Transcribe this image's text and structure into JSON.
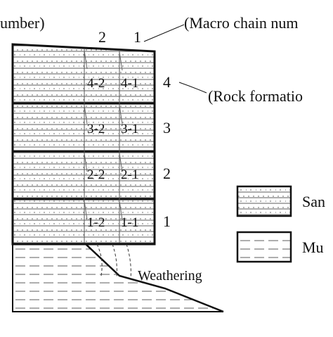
{
  "labels": {
    "top_left_fragment": "umber)",
    "macro_chain_annotation": "(Macro chain num",
    "rock_formation_annotation": "(Rock formatio",
    "weathering": "Weathering"
  },
  "column_numbers": [
    "2",
    "1"
  ],
  "row_numbers": [
    "4",
    "3",
    "2",
    "1"
  ],
  "cells": [
    "4-2",
    "4-1",
    "3-2",
    "3-1",
    "2-2",
    "2-1",
    "1-2",
    "1-1"
  ],
  "legend": [
    {
      "pattern": "sandstone",
      "label": "San"
    },
    {
      "pattern": "mudstone",
      "label": "Mu"
    }
  ]
}
